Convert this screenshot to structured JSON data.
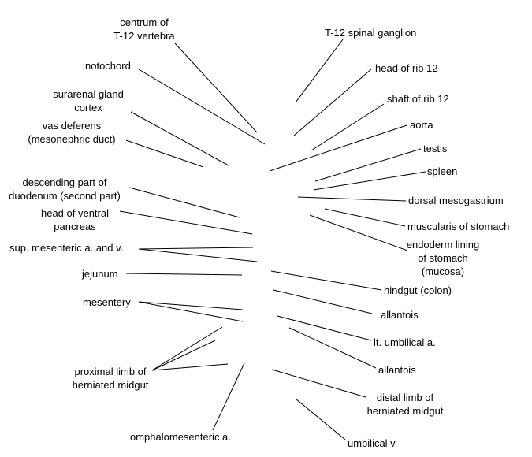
{
  "labels": {
    "centrum": [
      "centrum of",
      "T-12 vertebra"
    ],
    "notochord": "notochord",
    "suprarenal": [
      "surarenal gland",
      "cortex"
    ],
    "vas_deferens": [
      "vas deferens",
      "(mesonephric duct)"
    ],
    "duodenum": [
      "descending part of",
      "duodenum (second part)"
    ],
    "ventral_pancreas": [
      "head of ventral",
      "pancreas"
    ],
    "sup_mesenteric": "sup. mesenteric a. and v.",
    "jejunum": "jejunum",
    "mesentery": "mesentery",
    "proximal_limb": [
      "proximal limb of",
      "herniated midgut"
    ],
    "omphalomesenteric": "omphalomesenteric a.",
    "spinal_ganglion": "T-12 spinal ganglion",
    "head_rib": "head of rib 12",
    "shaft_rib": "shaft of rib 12",
    "aorta": "aorta",
    "testis": "testis",
    "spleen": "spleen",
    "dorsal_mesogastrium": "dorsal mesogastrium",
    "muscularis": "muscularis of stomach",
    "endoderm": [
      "endoderm lining",
      "of stomach",
      "(mucosa)"
    ],
    "hindgut": "hindgut (colon)",
    "allantois_1": "allantois",
    "umbilical_a": "lt. umbilical a.",
    "allantois_2": "allantois",
    "distal_limb": [
      "distal limb of",
      "herniated midgut"
    ],
    "umbilical_v": "umbilical v."
  }
}
